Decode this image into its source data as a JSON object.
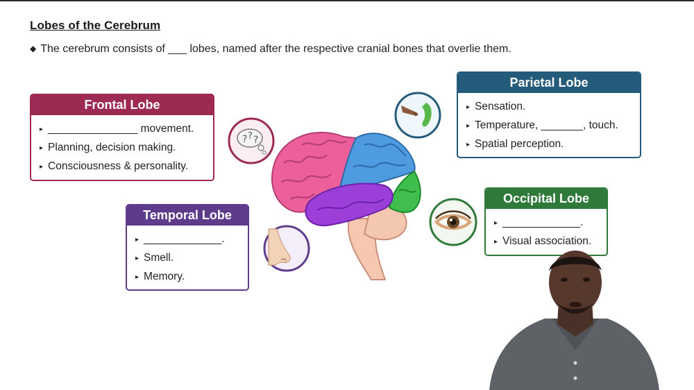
{
  "title": "Lobes of the Cerebrum",
  "intro": "The cerebrum consists of ___ lobes, named after the respective cranial bones that overlie them.",
  "lobes": {
    "frontal": {
      "name": "Frontal Lobe",
      "items": [
        "_______________ movement.",
        "Planning, decision making.",
        "Consciousness & personality."
      ]
    },
    "parietal": {
      "name": "Parietal Lobe",
      "items": [
        "Sensation.",
        "Temperature, _______, touch.",
        "Spatial perception."
      ]
    },
    "temporal": {
      "name": "Temporal Lobe",
      "items": [
        "_____________.",
        "Smell.",
        "Memory."
      ]
    },
    "occipital": {
      "name": "Occipital Lobe",
      "items": [
        "_____________.",
        "Visual association."
      ]
    }
  },
  "colors": {
    "frontal": "#9c2a52",
    "parietal": "#245a7a",
    "temporal": "#5f3b8c",
    "occipital": "#2f7a3a"
  },
  "icons": [
    "thought-bubble-icon",
    "touch-finger-icon",
    "nose-icon",
    "eye-icon"
  ]
}
